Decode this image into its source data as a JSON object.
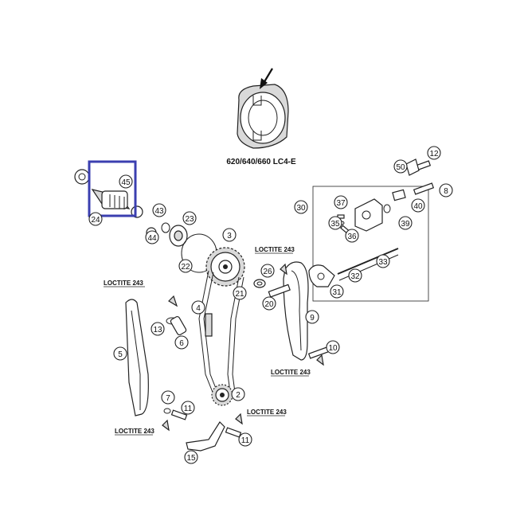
{
  "model_label": "620/640/660 LC4-E",
  "loctite_label": "LOCTITE 243",
  "highlight_color": "#3b3fb0",
  "callouts": {
    "c2": "2",
    "c3": "3",
    "c4": "4",
    "c5": "5",
    "c6": "6",
    "c7": "7",
    "c8": "8",
    "c9": "9",
    "c10": "10",
    "c11a": "11",
    "c11b": "11",
    "c12": "12",
    "c13": "13",
    "c15": "15",
    "c20": "20",
    "c21": "21",
    "c22": "22",
    "c23": "23",
    "c24": "24",
    "c26": "26",
    "c30": "30",
    "c31": "31",
    "c32": "32",
    "c33": "33",
    "c35": "35",
    "c36": "36",
    "c37": "37",
    "c39": "39",
    "c40": "40",
    "c43": "43",
    "c44": "44",
    "c45": "45",
    "c50": "50"
  }
}
